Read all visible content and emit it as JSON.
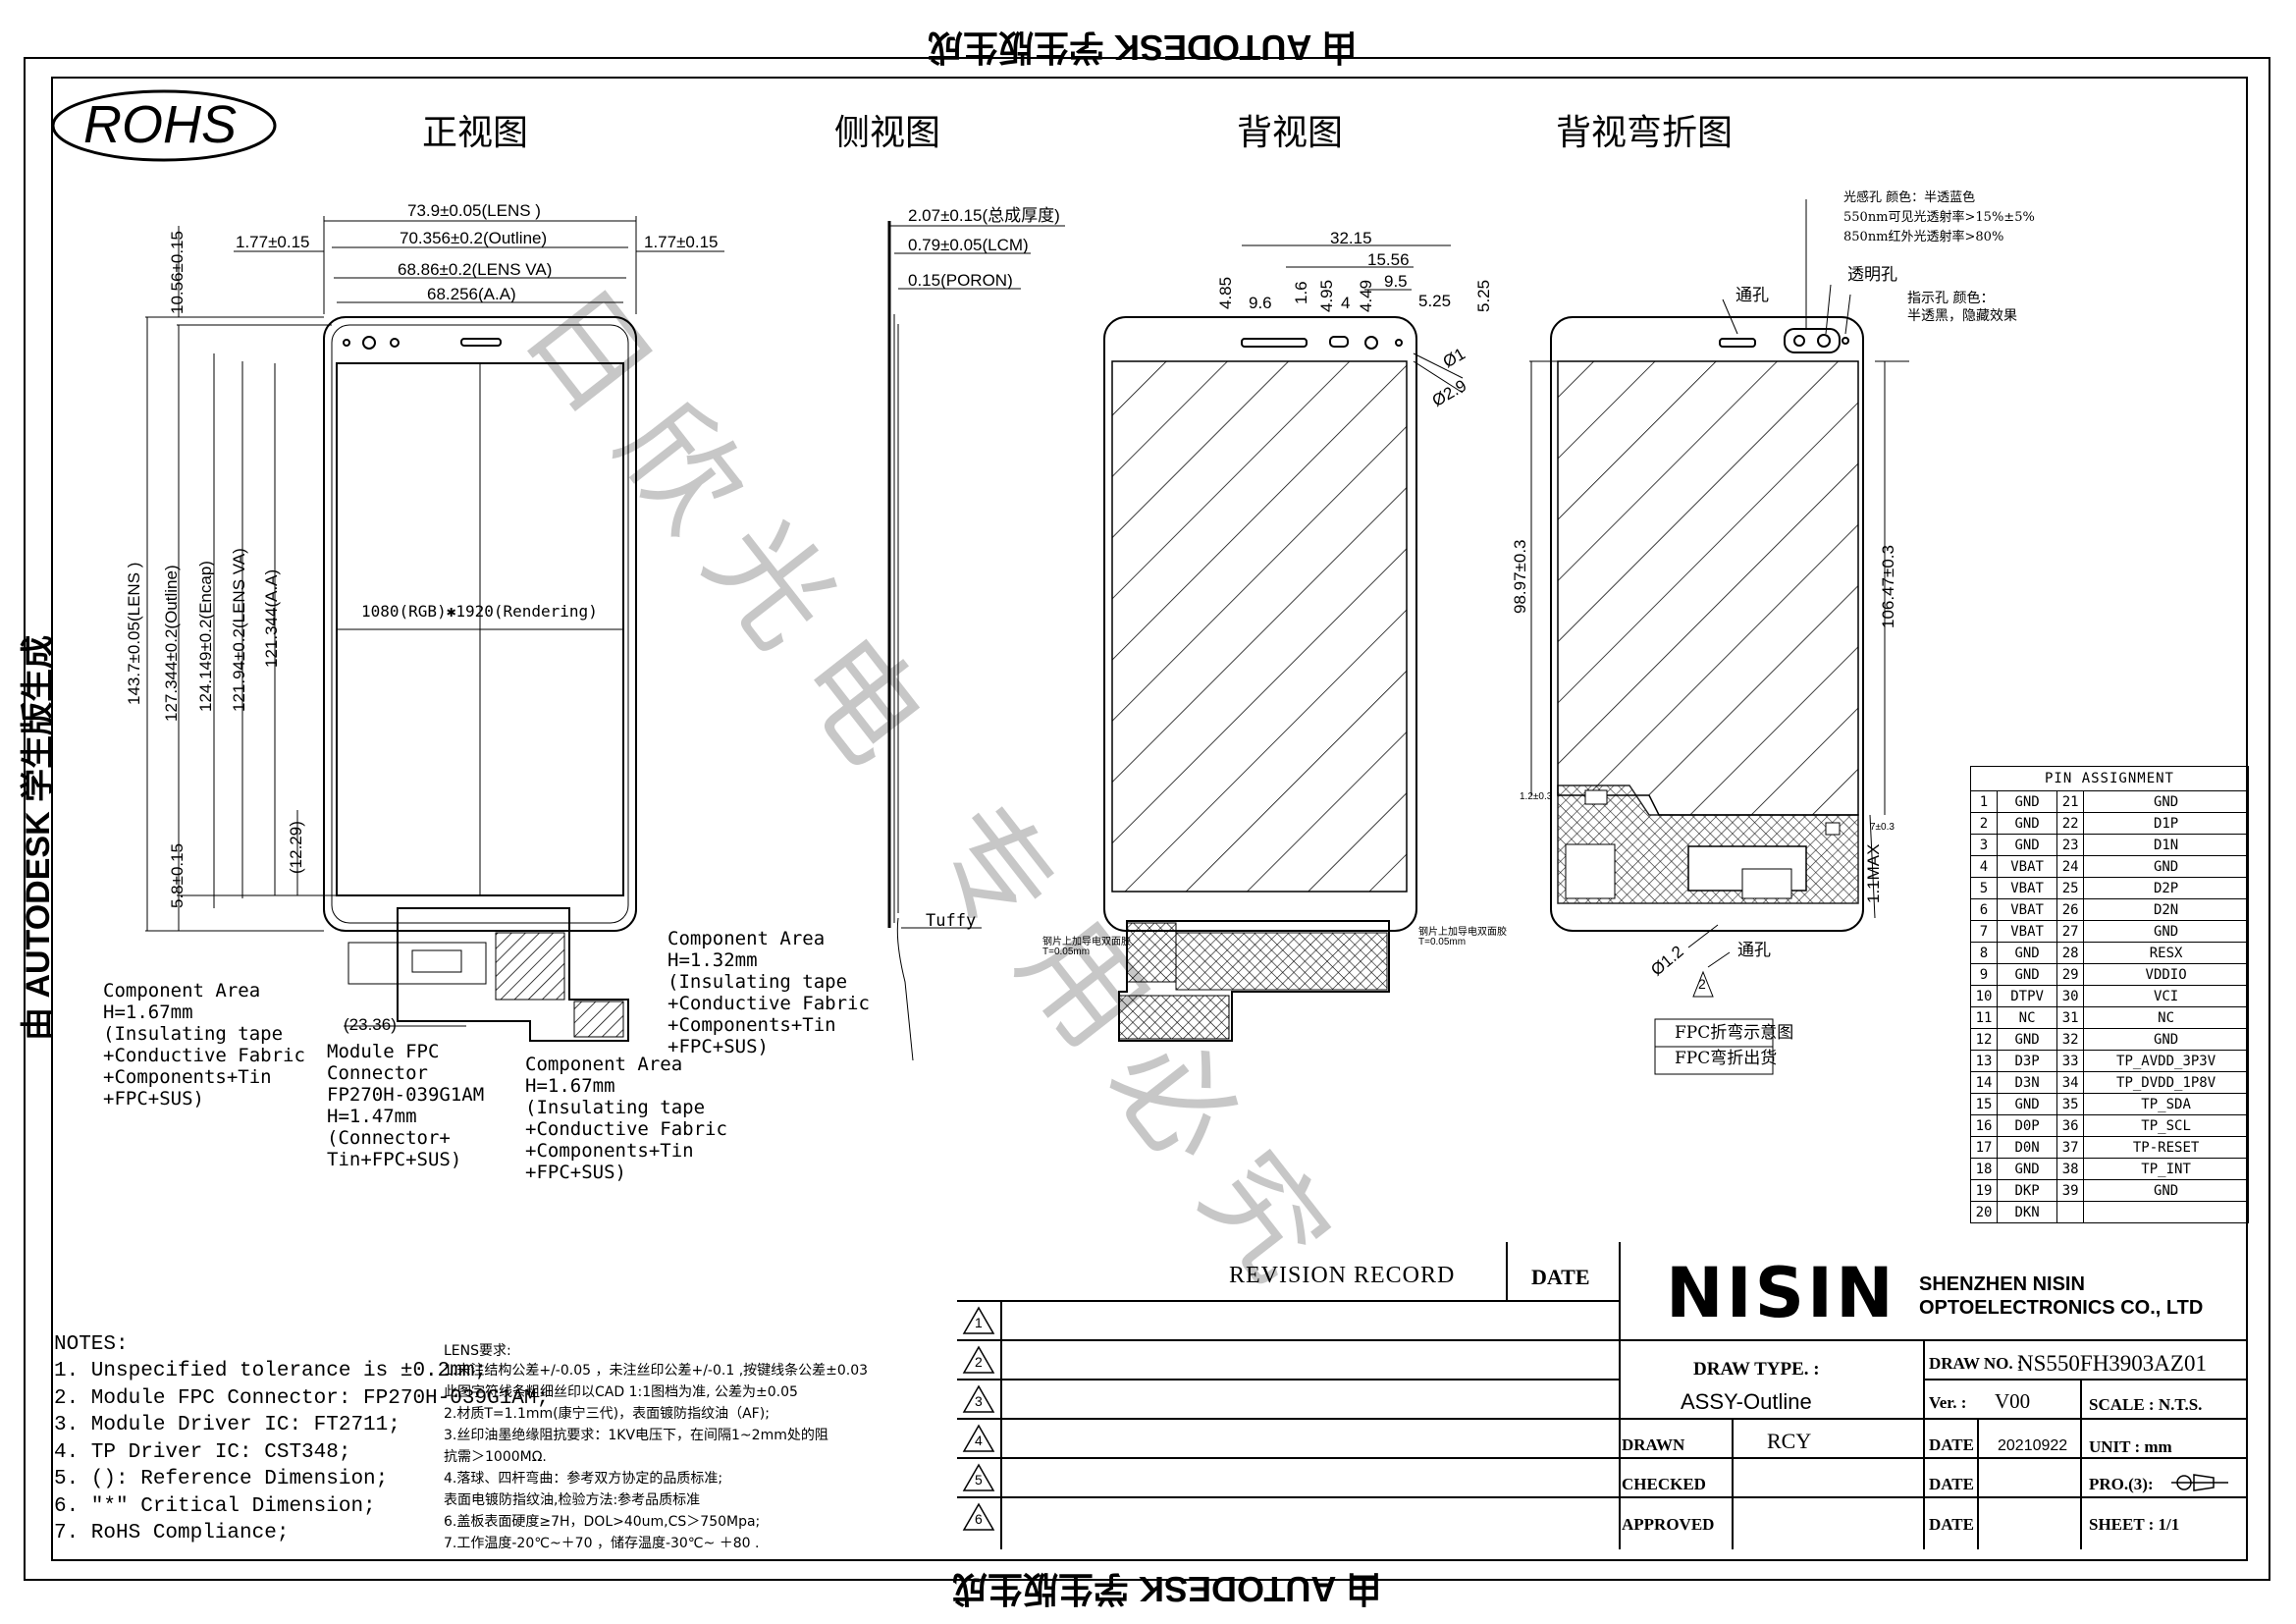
{
  "header_top_text": "由 AUTODESK 学生版生成",
  "side_text": "由 AUTODESK 学生版生成",
  "bottom_text": "由 AUTODESK 学生版生成",
  "rohs": "ROHS",
  "watermark": "日欣光电 专用必究",
  "views": {
    "front": "正视图",
    "side": "侧视图",
    "back": "背视图",
    "bend": "背视弯折图"
  },
  "front_dims": {
    "lens_w": "73.9±0.05(LENS )",
    "outline_w": "70.356±0.2(Outline)",
    "lens_va_w": "68.86±0.2(LENS VA)",
    "aa_w": "68.256(A.A)",
    "left_margin": "1.77±0.15",
    "right_margin": "1.77±0.15",
    "top_margin": "10.56±0.15",
    "bottom_margin": "5.8±0.15",
    "lens_h": "143.7±0.05(LENS )",
    "outline_h": "127.344±0.2(Outline)",
    "encap_h": "124.149±0.2(Encap)",
    "lens_va_h": "121.94±0.2(LENS VA)",
    "aa_h": "121.344(A.A)",
    "fpc_offset": "(12.29)",
    "fpc_width": "(23.36)",
    "resolution": "1080(RGB)✱1920(Rendering)"
  },
  "side_dims": {
    "total": "2.07±0.15(总成厚度)",
    "lcm": "0.79±0.05(LCM)",
    "poron": "0.15(PORON)",
    "tuffy": "Tuffy"
  },
  "back_dims": {
    "d1": "32.15",
    "d2": "15.56",
    "d3": "9.5",
    "d4": "9.6",
    "d5": "4.85",
    "d6": "1.6",
    "d7": "4.95",
    "d8": "4",
    "d9": "4.49",
    "d10": "5.25",
    "d11": "5.25",
    "hole1": "Ø1",
    "hole2": "Ø2.9",
    "note_left": "钢片上加导电双面胶T=0.05mm",
    "note_right": "钢片上加导电双面胶T=0.05mm"
  },
  "bend_dims": {
    "h1": "98.97±0.3",
    "h2": "106.47±0.3",
    "h3": "1.2±0.3",
    "h4": "7±0.3",
    "max": "1.1MAX",
    "phi": "Ø1.2",
    "vent_top": "通孔",
    "vent_bottom": "通孔",
    "sensor_note1": "光感孔 颜色：半透蓝色",
    "sensor_note2": "550nm可见光透射率>15%±5%",
    "sensor_note3": "850nm红外光透射率>80%",
    "transparent": "透明孔",
    "indicator1": "指示孔 颜色：",
    "indicator2": "半透黑，隐藏效果",
    "rev_mark": "2",
    "fpc_note1": "FPC折弯示意图",
    "fpc_note2": "FPC弯折出货"
  },
  "component_left": "Component Area\nH=1.67mm\n(Insulating tape\n+Conductive Fabric\n+Components+Tin\n+FPC+SUS)",
  "component_mid": "Component Area\nH=1.32mm\n(Insulating tape\n+Conductive Fabric\n+Components+Tin\n+FPC+SUS)",
  "component_bottom": "Component Area\nH=1.67mm\n(Insulating tape\n+Conductive Fabric\n+Components+Tin\n+FPC+SUS)",
  "fpc_connector": "Module FPC\nConnector\nFP270H-039G1AM\nH=1.47mm\n(Connector+\nTin+FPC+SUS)",
  "pin_table": {
    "title": "PIN ASSIGNMENT",
    "rows": [
      [
        "1",
        "GND",
        "21",
        "GND"
      ],
      [
        "2",
        "GND",
        "22",
        "D1P"
      ],
      [
        "3",
        "GND",
        "23",
        "D1N"
      ],
      [
        "4",
        "VBAT",
        "24",
        "GND"
      ],
      [
        "5",
        "VBAT",
        "25",
        "D2P"
      ],
      [
        "6",
        "VBAT",
        "26",
        "D2N"
      ],
      [
        "7",
        "VBAT",
        "27",
        "GND"
      ],
      [
        "8",
        "GND",
        "28",
        "RESX"
      ],
      [
        "9",
        "GND",
        "29",
        "VDDIO"
      ],
      [
        "10",
        "DTPV",
        "30",
        "VCI"
      ],
      [
        "11",
        "NC",
        "31",
        "NC"
      ],
      [
        "12",
        "GND",
        "32",
        "GND"
      ],
      [
        "13",
        "D3P",
        "33",
        "TP_AVDD_3P3V"
      ],
      [
        "14",
        "D3N",
        "34",
        "TP_DVDD_1P8V"
      ],
      [
        "15",
        "GND",
        "35",
        "TP_SDA"
      ],
      [
        "16",
        "D0P",
        "36",
        "TP_SCL"
      ],
      [
        "17",
        "D0N",
        "37",
        "TP-RESET"
      ],
      [
        "18",
        "GND",
        "38",
        "TP_INT"
      ],
      [
        "19",
        "DKP",
        "39",
        "GND"
      ],
      [
        "20",
        "DKN",
        "",
        ""
      ]
    ]
  },
  "notes": {
    "title": "NOTES:",
    "items": [
      "1. Unspecified tolerance is ±0.2mm;",
      "2. Module FPC Connector: FP270H-039G1AM;",
      "3. Module Driver IC: FT2711;",
      "4. TP Driver IC: CST348;",
      "5. (): Reference Dimension;",
      "6. \"*\" Critical Dimension;",
      "7. RoHS Compliance;"
    ]
  },
  "lens_req": {
    "title": "LENS要求:",
    "items": [
      "1.未注结构公差+/-0.05 ，未注丝印公差+/-0.1 ,按键线条公差±0.03",
      "此图字符线条粗细丝印以CAD 1:1图档为准, 公差为±0.05",
      "2.材质T=1.1mm(康宁三代)，表面镀防指纹油（AF);",
      "3.丝印油墨绝缘阻抗要求：1KV电压下，在间隔1~2mm处的阻",
      "抗需＞1000MΩ.",
      "4.落球、四杆弯曲：参考双方协定的品质标准;",
      "   表面电镀防指纹油,检验方法:参考品质标准",
      "6.盖板表面硬度≥7H，DOL>40um,CS＞750Mpa;",
      "7.工作温度-20℃~＋70 ，储存温度-30℃~ ＋80 ."
    ]
  },
  "title_block": {
    "revision_record": "REVISION RECORD",
    "date": "DATE",
    "rev_marks": [
      "1",
      "2",
      "3",
      "4",
      "5",
      "6"
    ],
    "company_logo": "NISIN",
    "company1": "SHENZHEN NISIN",
    "company2": "OPTOELECTRONICS CO., LTD",
    "draw_type_label": "DRAW TYPE. :",
    "draw_type": "ASSY-Outline",
    "draw_no_label": "DRAW NO. :",
    "draw_no": "NS550FH3903AZ01",
    "ver_label": "Ver. :",
    "ver": "V00",
    "scale_label": "SCALE : N.T.S.",
    "drawn_label": "DRAWN",
    "drawn": "RCY",
    "date_label": "DATE",
    "date_value": "20210922",
    "unit": "UNIT : mm",
    "checked_label": "CHECKED",
    "pro_label": "PRO.(3):",
    "approved_label": "APPROVED",
    "sheet": "SHEET :  1/1"
  }
}
